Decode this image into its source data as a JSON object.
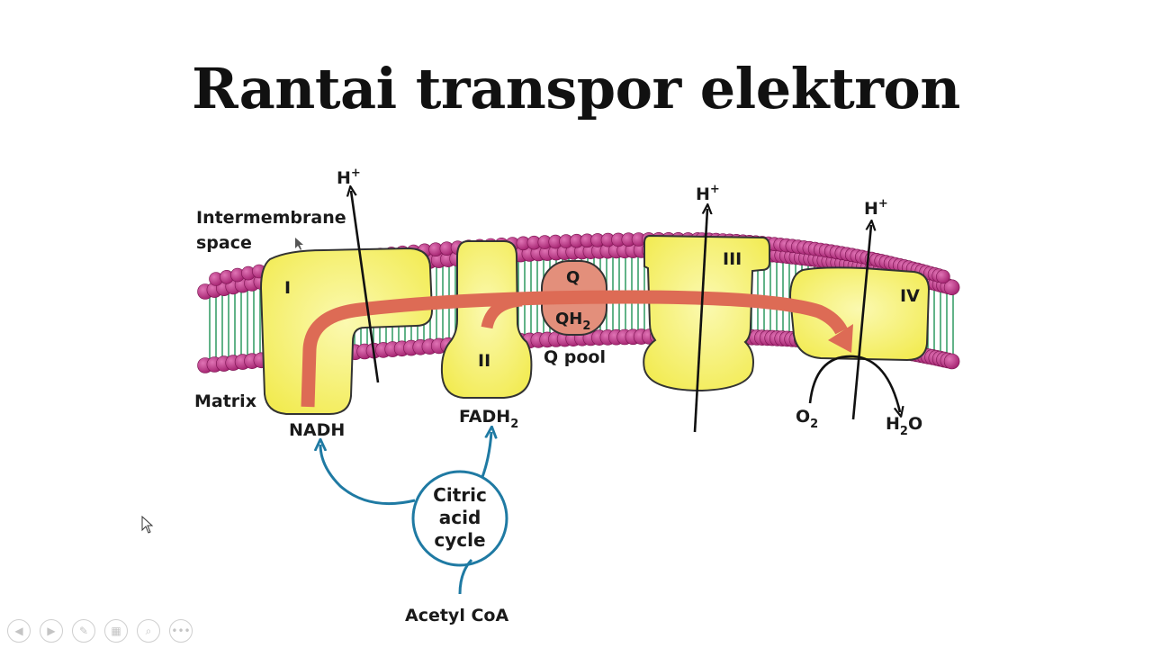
{
  "slide": {
    "title": "Rantai transpor elektron"
  },
  "diagram": {
    "intermembrane_label_line1": "Intermembrane",
    "intermembrane_label_line2": "space",
    "matrix_label": "Matrix",
    "proton": {
      "base": "H",
      "charge": "+"
    },
    "complexes": [
      "I",
      "II",
      "III",
      "IV"
    ],
    "q_label": "Q",
    "qh2": {
      "base": "QH",
      "sub": "2"
    },
    "q_pool_label": "Q pool",
    "nadh_label": "NADH",
    "fadh2": {
      "base": "FADH",
      "sub": "2"
    },
    "o2": {
      "base": "O",
      "sub": "2"
    },
    "h2o": {
      "pre": "H",
      "sub": "2",
      "post": "O"
    },
    "cycle_line1": "Citric",
    "cycle_line2": "acid",
    "cycle_line3": "cycle",
    "acetyl_coa_label": "Acetyl CoA"
  },
  "colors": {
    "protein_yellow": "#f7f06a",
    "electron_path": "#dd6b55",
    "q_pool": "#e38f7b",
    "lipid_head": "#b52a7f",
    "lipid_tail": "#3aa06a",
    "cycle_blue": "#1f7aa3"
  },
  "toolbar": {
    "icons": [
      "previous-icon",
      "next-icon",
      "pen-icon",
      "slides-icon",
      "zoom-icon",
      "more-icon"
    ]
  }
}
